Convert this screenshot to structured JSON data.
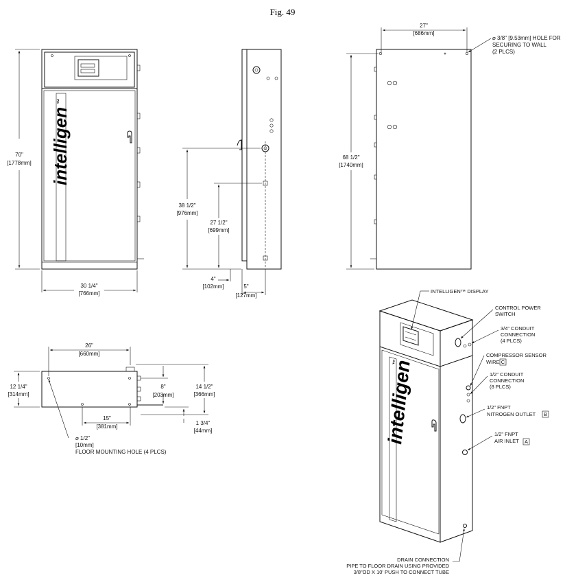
{
  "figure": {
    "caption": "Fig. 49"
  },
  "brand": {
    "logo_text": "intelligen",
    "tm": "™"
  },
  "front_view": {
    "height": "70\"",
    "height_mm": "[1778mm]",
    "width": "30 1/4\"",
    "width_mm": "[766mm]"
  },
  "side_view": {
    "dim_38": "38 1/2\"",
    "dim_38_mm": "[976mm]",
    "dim_27": "27 1/2\"",
    "dim_27_mm": "[699mm]",
    "dim_4": "4\"",
    "dim_4_mm": "[102mm]",
    "dim_5": "5\"",
    "dim_5_mm": "[127mm]"
  },
  "rear_view": {
    "width": "27\"",
    "width_mm": "[686mm]",
    "height": "68 1/2\"",
    "height_mm": "[1740mm]",
    "hole_note": "⌀ 3/8\" [9.53mm] HOLE FOR",
    "hole_note2": "SECURING TO WALL",
    "hole_note3": "(2 PLCS)"
  },
  "top_view": {
    "width": "26\"",
    "width_mm": "[660mm]",
    "depth": "12 1/4\"",
    "depth_mm": "[314mm]",
    "d8": "8\"",
    "d8_mm": "[203mm]",
    "d14": "14 1/2\"",
    "d14_mm": "[366mm]",
    "d15": "15\"",
    "d15_mm": "[381mm]",
    "d1_34": "1 3/4\"",
    "d1_34_mm": "[44mm]",
    "hole": "⌀ 1/2\"",
    "hole_mm": "[10mm]",
    "hole_note": "FLOOR MOUNTING HOLE (4 PLCS)"
  },
  "callouts": {
    "display": "INTELLIGEN™ DISPLAY",
    "power1": "CONTROL POWER",
    "power2": "SWITCH",
    "c34_1": "3/4\" CONDUIT",
    "c34_2": "CONNECTION",
    "c34_3": "(4 PLCS)",
    "comp1": "COMPRESSOR SENSOR",
    "comp2": "WIRE",
    "comp_tag": "C",
    "c12_1": "1/2\" CONDUIT",
    "c12_2": "CONNECTION",
    "c12_3": "(8 PLCS)",
    "n2_1": "1/2\" FNPT",
    "n2_2": "NITROGEN OUTLET",
    "n2_tag": "B",
    "air1": "1/2\" FNPT",
    "air2": "AIR INLET",
    "air_tag": "A",
    "drain1": "DRAIN CONNECTION",
    "drain2": "PIPE TO FLOOR DRAIN USING PROVIDED",
    "drain3": "3/8\"OD X 10' PUSH TO CONNECT TUBE"
  }
}
